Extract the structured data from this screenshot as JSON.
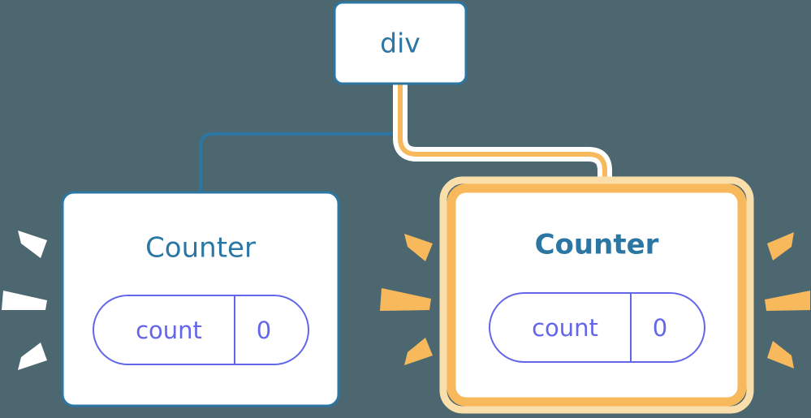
{
  "diagram": {
    "type": "component-tree",
    "background_color": "#4d6770",
    "title_text": "",
    "nodes": [
      {
        "id": "div",
        "label": "div",
        "kind": "dom-element",
        "highlighted": false,
        "border_color": "#2c76a4",
        "fill_color": "#ffffff",
        "text_color": "#2c76a4"
      },
      {
        "id": "counter-left",
        "label": "Counter",
        "kind": "component",
        "highlighted": false,
        "border_color": "#2c76a4",
        "fill_color": "#ffffff",
        "text_color": "#2c76a4",
        "state": {
          "name": "count",
          "value": "0",
          "pill_color": "#6366e8"
        },
        "rays_color": "#ffffff",
        "rays_side": "left"
      },
      {
        "id": "counter-right",
        "label": "Counter",
        "kind": "component",
        "highlighted": true,
        "border_color": "#f7b95c",
        "glow_color": "#fbdfaa",
        "fill_color": "#ffffff",
        "text_color": "#2c76a4",
        "state": {
          "name": "count",
          "value": "0",
          "pill_color": "#6366e8"
        },
        "rays_color": "#f7b95c",
        "rays_side": "both"
      }
    ],
    "edges": [
      {
        "id": "edge-div-counter-left",
        "from": "div",
        "to": "counter-left",
        "color": "#2c76a4",
        "highlighted": false
      },
      {
        "id": "edge-div-counter-right",
        "from": "div",
        "to": "counter-right",
        "color": "#f7b95c",
        "halo_color": "#ffffff",
        "highlighted": true
      }
    ]
  },
  "colors": {
    "background": "#4d6770",
    "blue": "#2c76a4",
    "orange": "#f7b95c",
    "orange_light": "#fbdfaa",
    "purple": "#6366e8",
    "white": "#ffffff"
  }
}
